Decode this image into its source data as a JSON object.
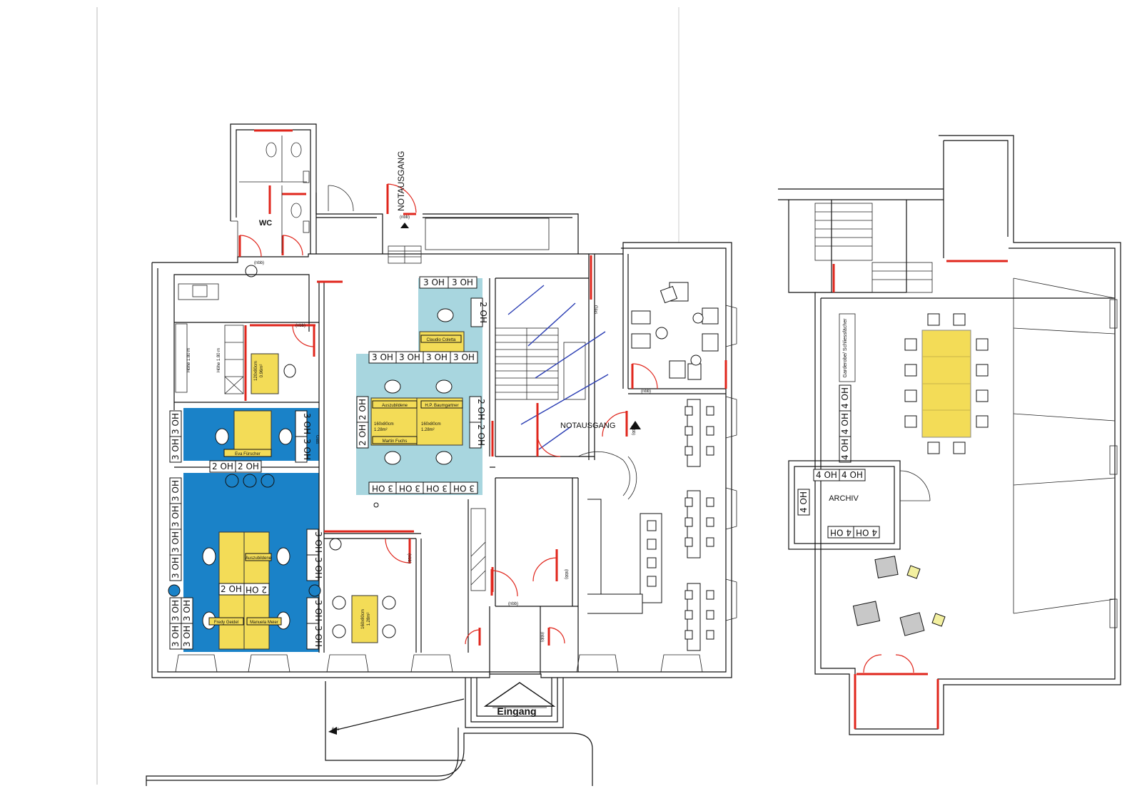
{
  "colors": {
    "wall": "#111111",
    "fire_door": "#e0261c",
    "zone_dark_blue": "#1a82c8",
    "zone_light_teal": "#a8d6df",
    "desk_yellow": "#f3dc57",
    "escape_line": "#2a3db3"
  },
  "rooms": {
    "wc": "WC",
    "archiv": "ARCHIV",
    "entrance": "Eingang",
    "emergency_exit_top": "NOTAUSGANG",
    "emergency_exit_mid": "NOTAUSGANG",
    "wardrobe": "Garderobe/ Schliessfächer",
    "glass_top": "Glas",
    "glass_left": "Glas",
    "ceiling_height_1": "Höhe 1.80 m",
    "ceiling_height_2": "Höhe 1.80 m",
    "slope": "6 %"
  },
  "markers": {
    "nbb": "(nbb)"
  },
  "shelf_labels": {
    "oh2": "2 OH",
    "oh3": "3 OH",
    "oh4": "4 OH"
  },
  "desks": {
    "claudio": "Claudio Coletta",
    "auszubildene": "Auszubildene",
    "hp": "H.P. Baumgartner",
    "martin": "Martin Fuchs",
    "left_top": "Eva Fürscher",
    "left_azubi": "Auszubildene",
    "fredy": "Fredy Geidel",
    "manuela": "Manuela Meier",
    "size_160": "160x80cm",
    "area_128": "1.28m²",
    "size_120": "120x80cm",
    "area_096": "0.96m²"
  }
}
